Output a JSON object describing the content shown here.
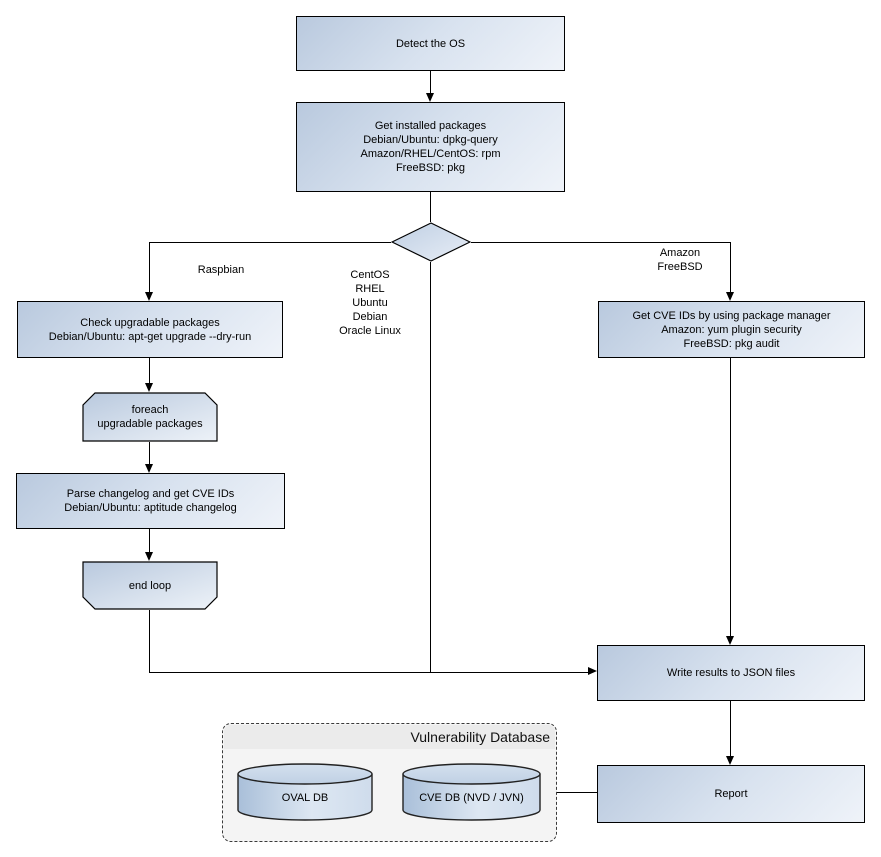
{
  "diagram": {
    "nodes": {
      "detect_os": {
        "lines": [
          "Detect the OS"
        ]
      },
      "get_installed_packages": {
        "lines": [
          "Get installed packages",
          "Debian/Ubuntu: dpkg-query",
          "Amazon/RHEL/CentOS: rpm",
          "FreeBSD: pkg"
        ]
      },
      "check_upgradable": {
        "lines": [
          "Check upgradable packages",
          "Debian/Ubuntu: apt-get upgrade --dry-run"
        ]
      },
      "foreach_loop": {
        "lines": [
          "foreach",
          "upgradable  packages"
        ]
      },
      "parse_changelog": {
        "lines": [
          "Parse changelog and get  CVE IDs",
          "Debian/Ubuntu: aptitude changelog"
        ]
      },
      "end_loop": {
        "lines": [
          "end loop"
        ]
      },
      "get_cve_ids_pkg_manager": {
        "lines": [
          "Get CVE IDs by using package manager",
          "Amazon: yum plugin security",
          "FreeBSD: pkg audit"
        ]
      },
      "write_results": {
        "lines": [
          "Write results to JSON files"
        ]
      },
      "report": {
        "lines": [
          "Report"
        ]
      }
    },
    "edge_labels": {
      "left_branch": "Raspbian",
      "center_branch": [
        "CentOS",
        "RHEL",
        "Ubuntu",
        "Debian",
        "Oracle Linux"
      ],
      "right_branch": [
        "Amazon",
        "FreeBSD"
      ]
    },
    "database_group": {
      "title": "Vulnerability Database",
      "cylinders": [
        "OVAL DB",
        "CVE DB (NVD / JVN)"
      ]
    },
    "colors": {
      "node_fill_start": "#b9c9de",
      "node_fill_end": "#eff3f9",
      "node_border": "#000000",
      "group_fill": "#f4f4f4",
      "group_header_fill": "#ebebeb",
      "line_color": "#000000"
    }
  }
}
